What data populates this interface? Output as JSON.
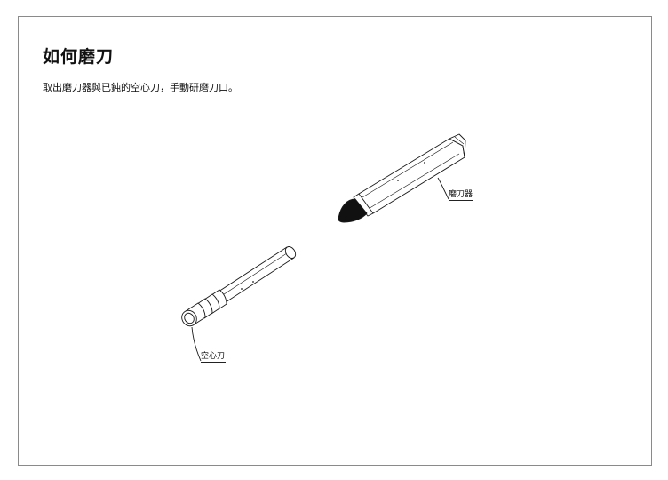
{
  "title": "如何磨刀",
  "instruction": "取出磨刀器與已鈍的空心刀，手動研磨刀口。",
  "labels": {
    "sharpener": "磨刀器",
    "hollow_bit": "空心刀"
  }
}
